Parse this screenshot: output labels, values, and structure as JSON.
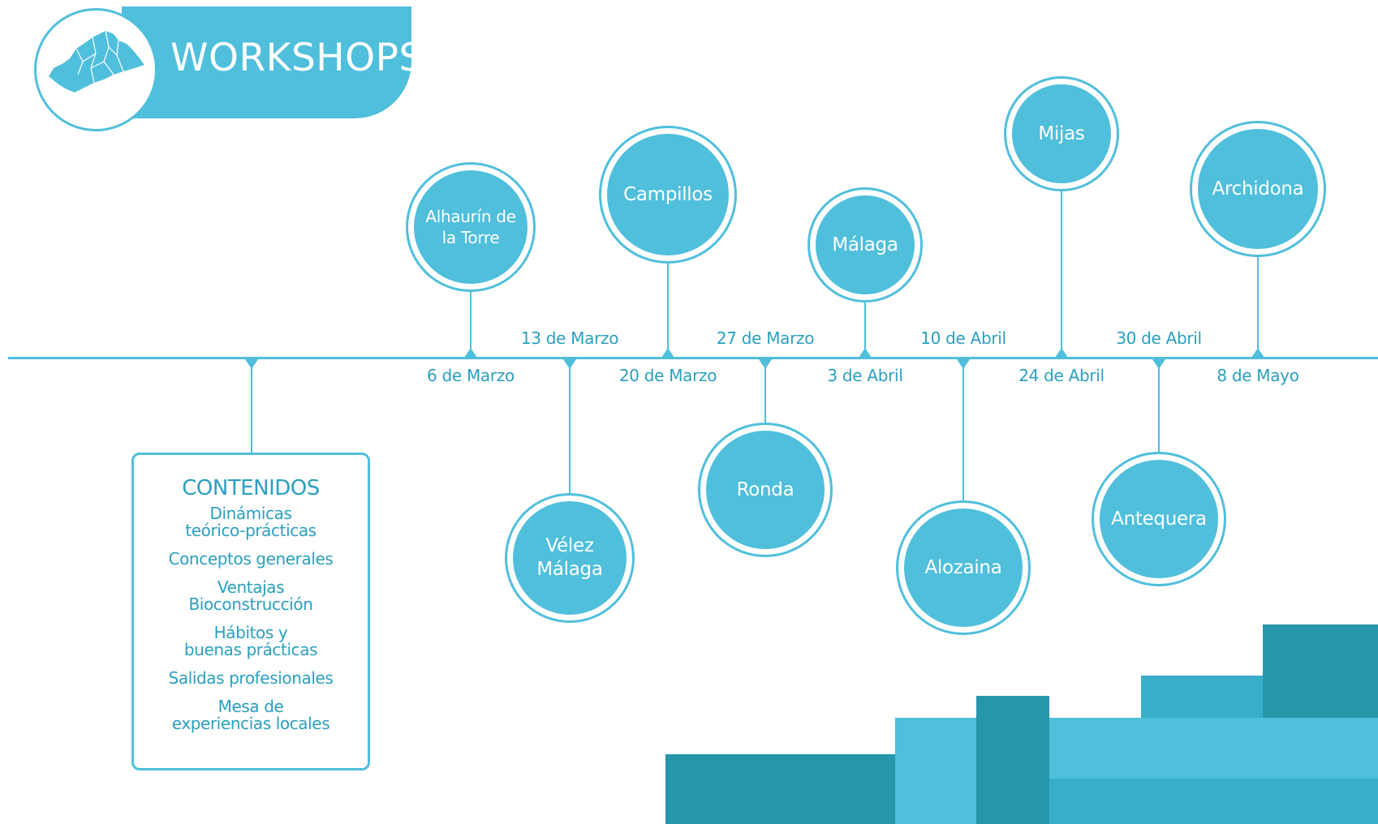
{
  "header": {
    "title": "WORKSHOPS",
    "map_icon": "malaga-province-map-icon"
  },
  "timeline": {
    "events": [
      {
        "place": "Alhaurín de la Torre",
        "date": "6 de Marzo",
        "side": "above"
      },
      {
        "place": "Vélez Málaga",
        "date": "13 de Marzo",
        "side": "below"
      },
      {
        "place": "Campillos",
        "date": "20 de Marzo",
        "side": "above"
      },
      {
        "place": "Ronda",
        "date": "27 de Marzo",
        "side": "below"
      },
      {
        "place": "Málaga",
        "date": "3 de Abril",
        "side": "above"
      },
      {
        "place": "Alozaina",
        "date": "10 de Abril",
        "side": "below"
      },
      {
        "place": "Mijas",
        "date": "24 de Abril",
        "side": "above"
      },
      {
        "place": "Antequera",
        "date": "30 de Abril",
        "side": "below"
      },
      {
        "place": "Archidona",
        "date": "8 de Mayo",
        "side": "above"
      }
    ]
  },
  "contents": {
    "title": "CONTENIDOS",
    "items": [
      "Dinámicas\nteórico-prácticas",
      "Conceptos generales",
      "Ventajas\nBioconstrucción",
      "Hábitos y\nbuenas prácticas",
      "Salidas profesionales",
      "Mesa de\nexperiencias locales"
    ]
  },
  "colors": {
    "primary": "#4fbfdc",
    "text": "#2a9fbf",
    "dark": "#2696ab",
    "medium": "#38aecb"
  }
}
